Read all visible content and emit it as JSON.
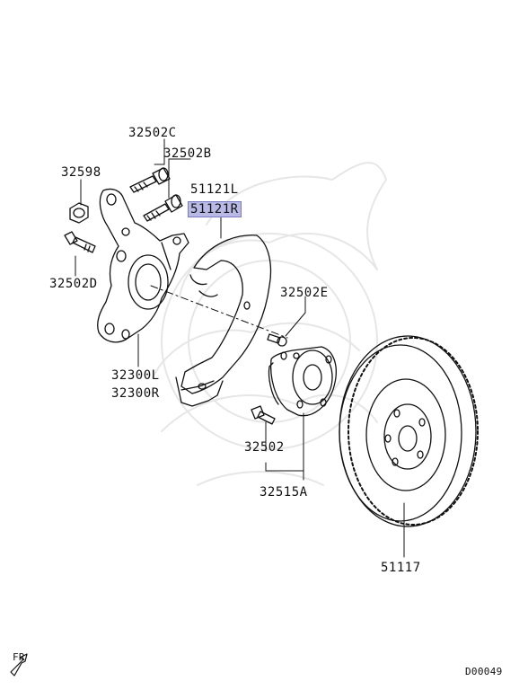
{
  "parts": {
    "p32502C": "32502C",
    "p32502B": "32502B",
    "p32598": "32598",
    "p51121L": "51121L",
    "p51121R": "51121R",
    "p32502D": "32502D",
    "p32502E": "32502E",
    "p32300L": "32300L",
    "p32300R": "32300R",
    "p32502": "32502",
    "p32515A": "32515A",
    "p51117": "51117"
  },
  "footer": {
    "direction": "FR",
    "diagram_code": "D00049"
  },
  "highlight_color": "#b9b9e6"
}
